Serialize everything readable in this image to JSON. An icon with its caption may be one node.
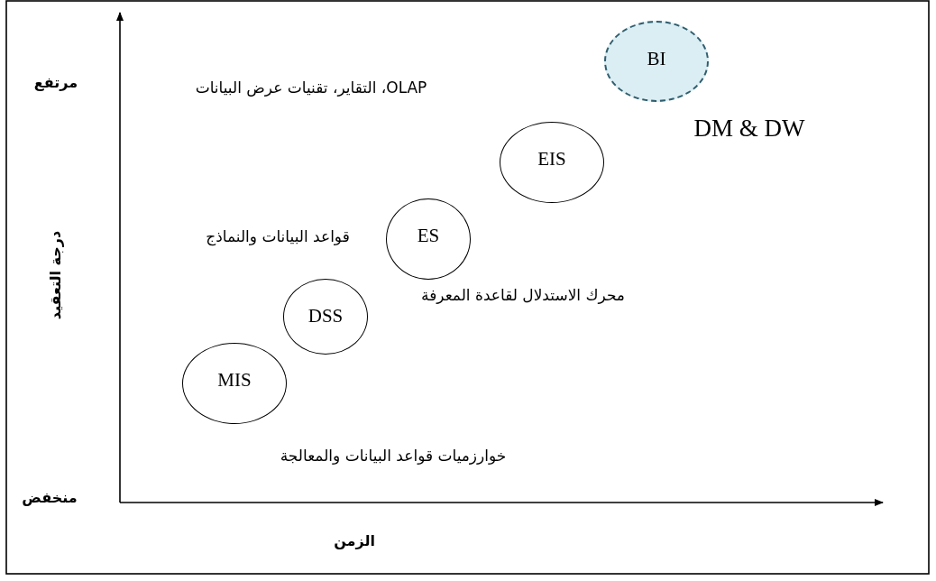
{
  "diagram": {
    "nodes": [
      {
        "text": [
          "MIS"
        ]
      },
      {
        "text": [
          "DSS"
        ]
      },
      {
        "text": [
          "ES"
        ]
      },
      {
        "text": [
          "EIS"
        ]
      },
      {
        "text": [
          "BI"
        ]
      }
    ],
    "labels": [
      "مرتفع",
      "OLAP، التقاير، تقنيات عرض البيانات",
      "DM & DW",
      "قواعد البيانات والنماذج",
      "درجة التعقيد",
      "محرك الاستدلال لقاعدة المعرفة",
      "خوارزميات قواعد البيانات والمعالجة",
      "منخفض",
      "الزمن"
    ]
  }
}
